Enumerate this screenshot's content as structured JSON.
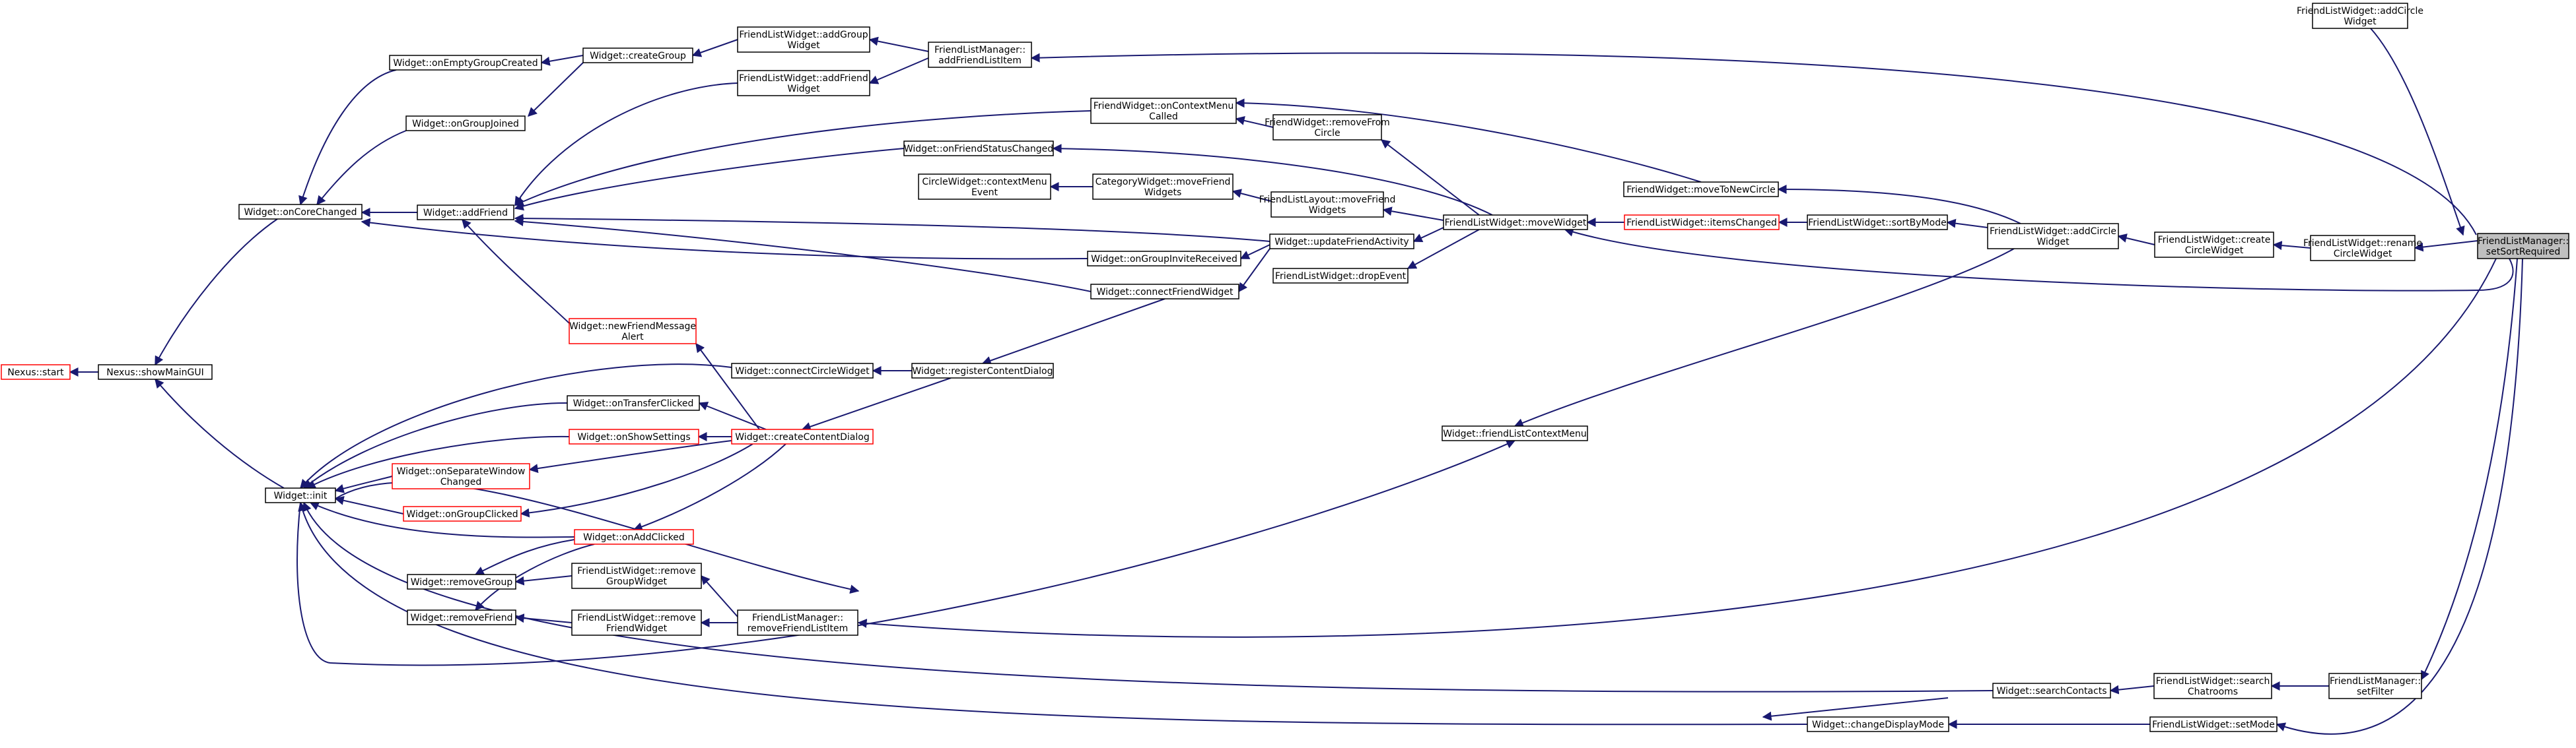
{
  "diagram": {
    "type": "doxygen-caller-graph",
    "colors": {
      "edge": "#191970",
      "node_border": "#000000",
      "node_border_truncated": "#ff0000",
      "focus_fill": "#bfbfbf",
      "background": "#ffffff"
    },
    "nodes": [
      {
        "id": "focus",
        "lines": [
          "FriendListManager::",
          "setSortRequired"
        ],
        "style": "focus"
      },
      {
        "id": "flw_addCircleWidget_top",
        "lines": [
          "FriendListWidget::addCircle",
          "Widget"
        ],
        "style": "normal"
      },
      {
        "id": "flm_addFriendListItem",
        "lines": [
          "FriendListManager::",
          "addFriendListItem"
        ],
        "style": "normal"
      },
      {
        "id": "flw_addGroupWidget",
        "lines": [
          "FriendListWidget::addGroup",
          "Widget"
        ],
        "style": "normal"
      },
      {
        "id": "flw_addFriendWidget",
        "lines": [
          "FriendListWidget::addFriend",
          "Widget"
        ],
        "style": "normal"
      },
      {
        "id": "w_createGroup",
        "lines": [
          "Widget::createGroup"
        ],
        "style": "normal"
      },
      {
        "id": "w_onEmptyGroupCreated",
        "lines": [
          "Widget::onEmptyGroupCreated"
        ],
        "style": "normal"
      },
      {
        "id": "w_onGroupJoined",
        "lines": [
          "Widget::onGroupJoined"
        ],
        "style": "normal"
      },
      {
        "id": "w_onCoreChanged",
        "lines": [
          "Widget::onCoreChanged"
        ],
        "style": "normal"
      },
      {
        "id": "w_addFriend",
        "lines": [
          "Widget::addFriend"
        ],
        "style": "normal"
      },
      {
        "id": "fw_onContextMenuCalled",
        "lines": [
          "FriendWidget::onContextMenu",
          "Called"
        ],
        "style": "normal"
      },
      {
        "id": "fw_removeFromCircle",
        "lines": [
          "FriendWidget::removeFrom",
          "Circle"
        ],
        "style": "normal"
      },
      {
        "id": "w_onFriendStatusChanged",
        "lines": [
          "Widget::onFriendStatusChanged"
        ],
        "style": "normal"
      },
      {
        "id": "cw_contextMenuEvent",
        "lines": [
          "CircleWidget::contextMenu",
          "Event"
        ],
        "style": "normal"
      },
      {
        "id": "catw_moveFriendWidgets",
        "lines": [
          "CategoryWidget::moveFriend",
          "Widgets"
        ],
        "style": "normal"
      },
      {
        "id": "fll_moveFriendWidgets",
        "lines": [
          "FriendListLayout::moveFriend",
          "Widgets"
        ],
        "style": "normal"
      },
      {
        "id": "fw_moveToNewCircle",
        "lines": [
          "FriendWidget::moveToNewCircle"
        ],
        "style": "normal"
      },
      {
        "id": "flw_moveWidget",
        "lines": [
          "FriendListWidget::moveWidget"
        ],
        "style": "normal"
      },
      {
        "id": "flw_itemsChanged",
        "lines": [
          "FriendListWidget::itemsChanged"
        ],
        "style": "red"
      },
      {
        "id": "flw_sortByMode",
        "lines": [
          "FriendListWidget::sortByMode"
        ],
        "style": "normal"
      },
      {
        "id": "flw_addCircleWidget",
        "lines": [
          "FriendListWidget::addCircle",
          "Widget"
        ],
        "style": "normal"
      },
      {
        "id": "flw_createCircleWidget",
        "lines": [
          "FriendListWidget::create",
          "CircleWidget"
        ],
        "style": "normal"
      },
      {
        "id": "flw_renameCircleWidget",
        "lines": [
          "FriendListWidget::rename",
          "CircleWidget"
        ],
        "style": "normal"
      },
      {
        "id": "w_updateFriendActivity",
        "lines": [
          "Widget::updateFriendActivity"
        ],
        "style": "normal"
      },
      {
        "id": "w_onGroupInviteReceived",
        "lines": [
          "Widget::onGroupInviteReceived"
        ],
        "style": "normal"
      },
      {
        "id": "w_connectFriendWidget",
        "lines": [
          "Widget::connectFriendWidget"
        ],
        "style": "normal"
      },
      {
        "id": "flw_dropEvent",
        "lines": [
          "FriendListWidget::dropEvent"
        ],
        "style": "normal"
      },
      {
        "id": "nexus_start",
        "lines": [
          "Nexus::start"
        ],
        "style": "red"
      },
      {
        "id": "nexus_showMainGUI",
        "lines": [
          "Nexus::showMainGUI"
        ],
        "style": "normal"
      },
      {
        "id": "w_newFriendMessageAlert",
        "lines": [
          "Widget::newFriendMessage",
          "Alert"
        ],
        "style": "red"
      },
      {
        "id": "w_connectCircleWidget",
        "lines": [
          "Widget::connectCircleWidget"
        ],
        "style": "normal"
      },
      {
        "id": "w_registerContentDialog",
        "lines": [
          "Widget::registerContentDialog"
        ],
        "style": "normal"
      },
      {
        "id": "w_onTransferClicked",
        "lines": [
          "Widget::onTransferClicked"
        ],
        "style": "normal"
      },
      {
        "id": "w_onShowSettings",
        "lines": [
          "Widget::onShowSettings"
        ],
        "style": "red"
      },
      {
        "id": "w_createContentDialog",
        "lines": [
          "Widget::createContentDialog"
        ],
        "style": "red"
      },
      {
        "id": "w_friendListContextMenu",
        "lines": [
          "Widget::friendListContextMenu"
        ],
        "style": "normal"
      },
      {
        "id": "w_init",
        "lines": [
          "Widget::init"
        ],
        "style": "normal"
      },
      {
        "id": "w_onSeparateWindowChanged",
        "lines": [
          "Widget::onSeparateWindow",
          "Changed"
        ],
        "style": "red"
      },
      {
        "id": "w_onGroupClicked",
        "lines": [
          "Widget::onGroupClicked"
        ],
        "style": "red"
      },
      {
        "id": "w_onAddClicked",
        "lines": [
          "Widget::onAddClicked"
        ],
        "style": "red"
      },
      {
        "id": "w_removeGroup",
        "lines": [
          "Widget::removeGroup"
        ],
        "style": "normal"
      },
      {
        "id": "flw_removeGroupWidget",
        "lines": [
          "FriendListWidget::remove",
          "GroupWidget"
        ],
        "style": "normal"
      },
      {
        "id": "w_removeFriend",
        "lines": [
          "Widget::removeFriend"
        ],
        "style": "normal"
      },
      {
        "id": "flw_removeFriendWidget",
        "lines": [
          "FriendListWidget::remove",
          "FriendWidget"
        ],
        "style": "normal"
      },
      {
        "id": "flm_removeFriendListItem",
        "lines": [
          "FriendListManager::",
          "removeFriendListItem"
        ],
        "style": "normal"
      },
      {
        "id": "w_searchContacts",
        "lines": [
          "Widget::searchContacts"
        ],
        "style": "normal"
      },
      {
        "id": "flw_searchChatrooms",
        "lines": [
          "FriendListWidget::search",
          "Chatrooms"
        ],
        "style": "normal"
      },
      {
        "id": "flm_setFilter",
        "lines": [
          "FriendListManager::",
          "setFilter"
        ],
        "style": "normal"
      },
      {
        "id": "w_changeDisplayMode",
        "lines": [
          "Widget::changeDisplayMode"
        ],
        "style": "normal"
      },
      {
        "id": "flw_setMode",
        "lines": [
          "FriendListWidget::setMode"
        ],
        "style": "normal"
      }
    ]
  }
}
